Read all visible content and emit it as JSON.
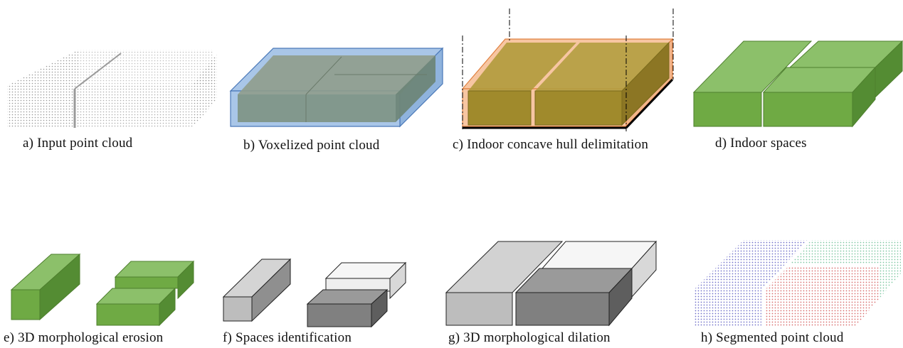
{
  "panels": [
    {
      "id": "a",
      "caption": "a) Input point cloud"
    },
    {
      "id": "b",
      "caption": "b) Voxelized  point cloud"
    },
    {
      "id": "c",
      "caption": "c) Indoor  concave  hull delimitation"
    },
    {
      "id": "d",
      "caption": "d) Indoor spaces"
    },
    {
      "id": "e",
      "caption": "e) 3D morphological erosion"
    },
    {
      "id": "f",
      "caption": "f)  Spaces  identification"
    },
    {
      "id": "g",
      "caption": "g) 3D morphological dilation"
    },
    {
      "id": "h",
      "caption": "h) Segmented point cloud"
    }
  ],
  "colors": {
    "green_front": "#6faa44",
    "green_top": "#8cc06a",
    "green_side": "#548c33",
    "voxel_blue": "#a9c6e8",
    "voxel_grey": "#8c9a8c",
    "hull_orange": "#f7c6a2",
    "hull_olive": "#a08a2c",
    "seg_blue": "#6f6fc8",
    "seg_green": "#7cc6a0",
    "seg_red": "#d86a6a"
  }
}
